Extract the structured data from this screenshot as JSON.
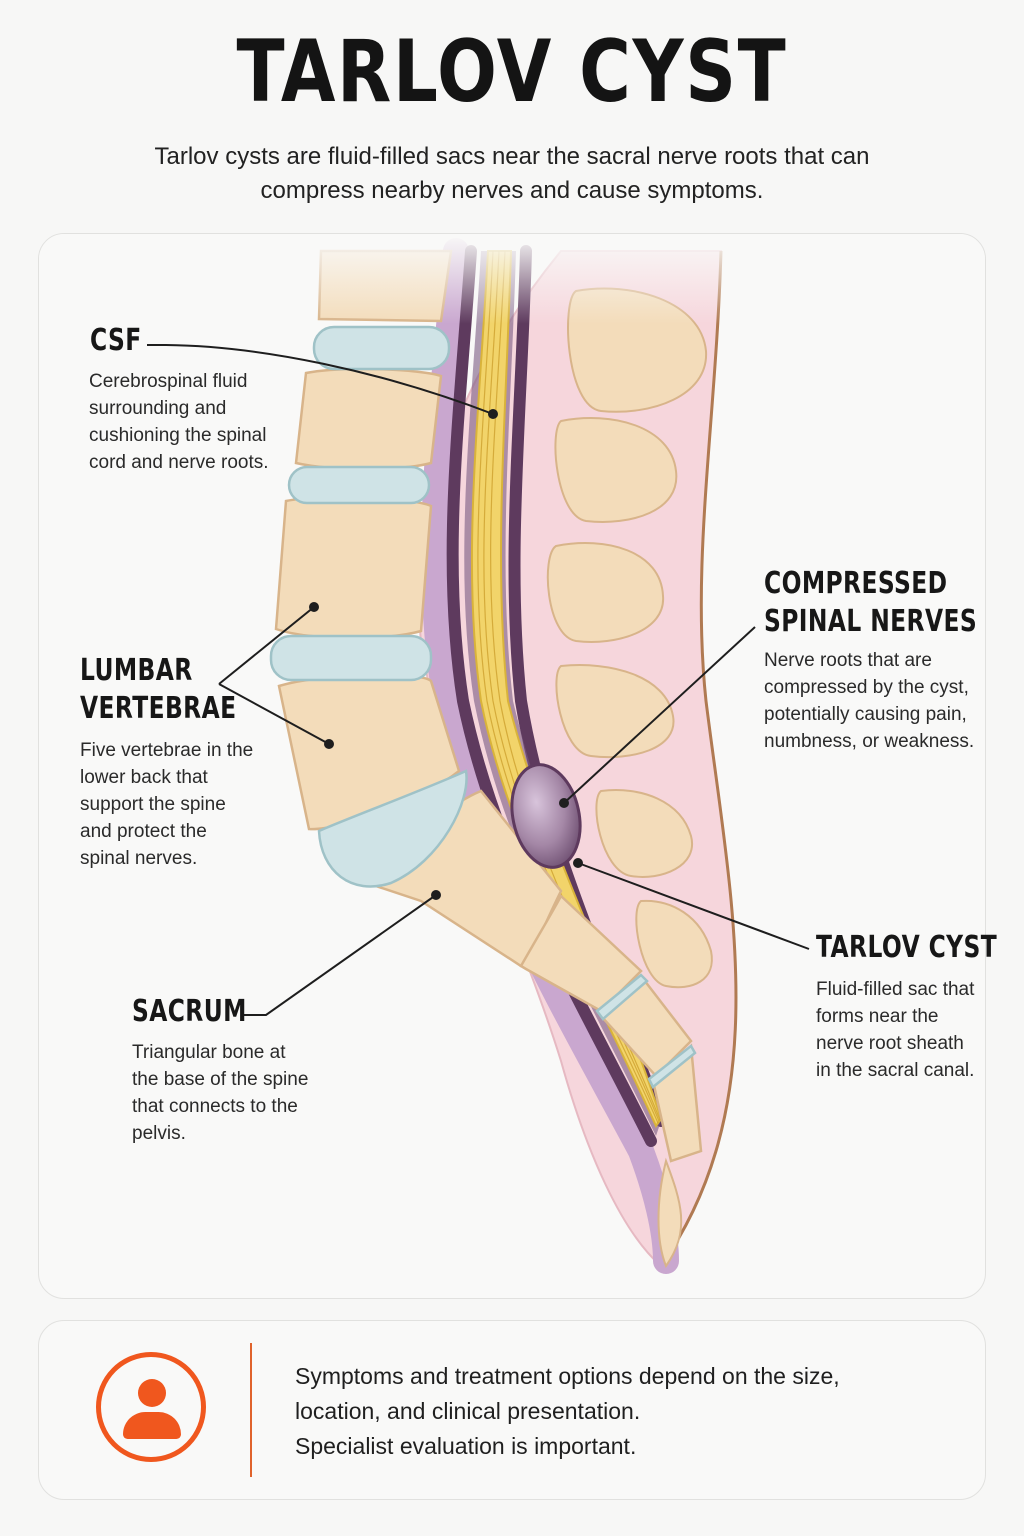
{
  "header": {
    "title": "TARLOV CYST",
    "subtitle": "Tarlov cysts are fluid-filled sacs near the sacral nerve roots that can compress nearby nerves and cause symptoms."
  },
  "labels": {
    "csf": {
      "heading": "CSF",
      "description": "Cerebrospinal fluid surrounding and cushioning the spinal cord and nerve roots."
    },
    "lumbar": {
      "heading_line1": "LUMBAR",
      "heading_line2": "VERTEBRAE",
      "description": "Five vertebrae in the lower back that support the spine and protect the spinal nerves."
    },
    "sacrum": {
      "heading": "SACRUM",
      "description": "Triangular bone at the base of the spine that connects to the pelvis."
    },
    "compressed": {
      "heading_line1": "COMPRESSED",
      "heading_line2": "SPINAL NERVES",
      "description": "Nerve roots that are compressed by the cyst, potentially causing pain, numbness, or weakness."
    },
    "cyst": {
      "heading": "TARLOV CYST",
      "description": "Fluid-filled sac that forms near the nerve root sheath in the sacral canal."
    }
  },
  "footer": {
    "icon": "person-icon",
    "line1": "Symptoms and treatment options depend on the size,",
    "line2": "location, and clinical presentation.",
    "line3": "Specialist evaluation is important."
  },
  "colors": {
    "accent": "#f0571e",
    "bone": "#f3dcba",
    "disc": "#cfe3e6",
    "nerve": "#f2d46a",
    "cyst": "#a487a6",
    "tissue": "#f6d6dc"
  }
}
